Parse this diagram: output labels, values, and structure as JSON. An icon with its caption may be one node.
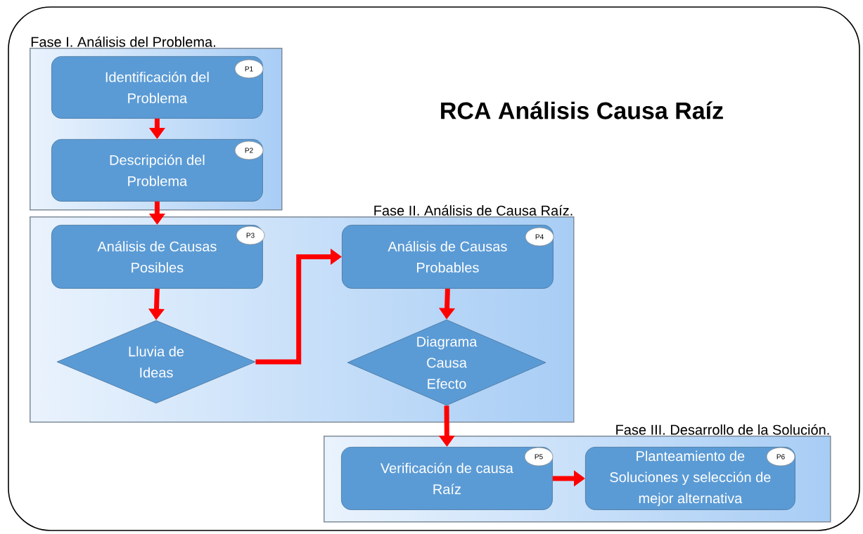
{
  "diagram": {
    "title": "RCA Análisis Causa Raíz",
    "nodes": [
      {
        "text": [
          "Fase I. Análisis del Problema."
        ]
      },
      {
        "text": [
          "Identificación del Problema"
        ],
        "in": 0
      },
      {
        "text": [
          "P1"
        ],
        "in": 1
      },
      {
        "text": [
          "Descripción del Problema"
        ],
        "in": 0
      },
      {
        "text": [
          "P2"
        ],
        "in": 3
      },
      {
        "text": [
          "Fase II. Análisis  de Causa Raíz."
        ]
      },
      {
        "text": [
          "Análisis de Causas Posibles"
        ],
        "in": 5
      },
      {
        "text": [
          "P3"
        ],
        "in": 6
      },
      {
        "text": [
          "Análisis de Causas Probables"
        ],
        "in": 5
      },
      {
        "text": [
          "P4"
        ],
        "in": 8
      },
      {
        "text": [
          "Lluvia de Ideas"
        ],
        "in": 5
      },
      {
        "text": [
          "Diagrama Causa Efecto"
        ],
        "in": 5
      },
      {
        "text": [
          "Fase III. Desarrollo de la Solución."
        ]
      },
      {
        "text": [
          "Verificación de causa Raíz"
        ],
        "in": 12
      },
      {
        "text": [
          "P5"
        ],
        "in": 13
      },
      {
        "text": [
          "Planteamiento  de Soluciones y selección de mejor alternativa"
        ],
        "in": 12
      },
      {
        "text": [
          "P6"
        ],
        "in": 15
      }
    ],
    "edges": [
      {
        "from": 1,
        "to": 3,
        "arrow": "to"
      },
      {
        "from": 3,
        "to": 6,
        "arrow": "to"
      },
      {
        "from": 6,
        "to": 10,
        "arrow": "to"
      },
      {
        "from": 10,
        "to": 8,
        "arrow": "to"
      },
      {
        "from": 8,
        "to": 11,
        "arrow": "to"
      },
      {
        "from": 11,
        "to": 13,
        "arrow": "to"
      },
      {
        "from": 13,
        "to": 15,
        "arrow": "to"
      }
    ]
  }
}
